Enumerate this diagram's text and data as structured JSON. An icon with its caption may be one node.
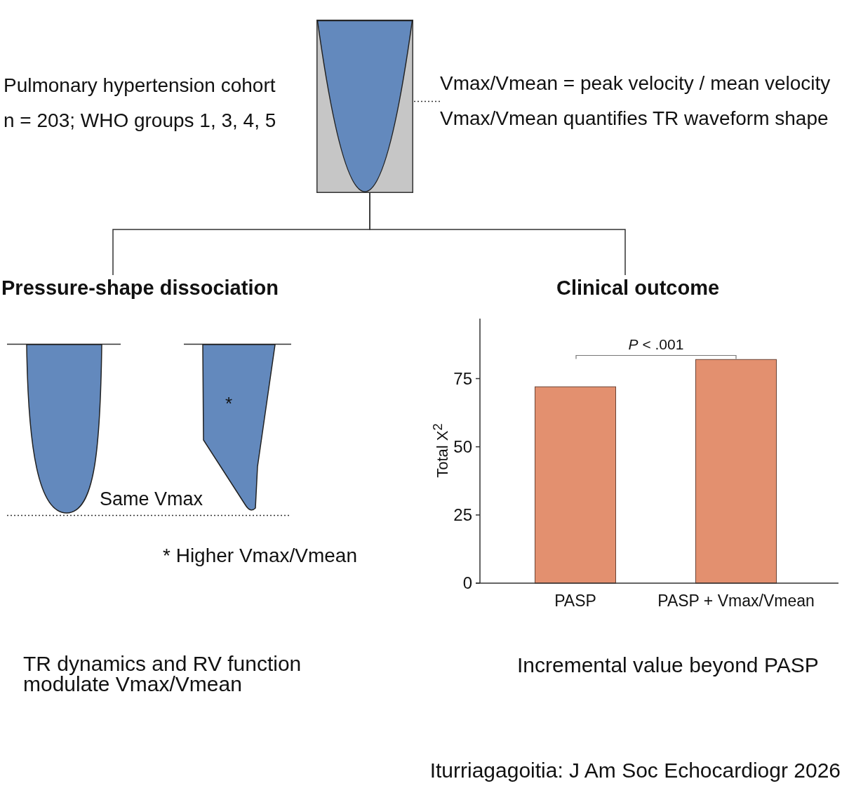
{
  "diagram": {
    "caption": "Iturriagagoitia: J Am Soc Echocardiogr 2026",
    "nodes": [
      {
        "text": [],
        "shape": "box"
      },
      {
        "text": [
          "Vmax/Vmean = peak velocity / mean velocity",
          "Vmax/Vmean quantifies TR waveform shape"
        ]
      },
      {
        "text": [
          "Pressure-shape dissociation"
        ]
      },
      {
        "text": [
          "Clinical outcome"
        ]
      }
    ],
    "edges": [
      {
        "from": 1,
        "to": 0,
        "arrow": "none",
        "style": "dashed"
      },
      {
        "from": 0,
        "to": 2,
        "arrow": "none"
      },
      {
        "from": 0,
        "to": 3,
        "arrow": "none"
      }
    ],
    "labels": [
      "Pulmonary hypertension cohort",
      "n = 203; WHO groups 1, 3, 4, 5",
      "*",
      "Same Vmax",
      "* Higher Vmax/Vmean",
      "TR dynamics and RV function modulate Vmax/Vmean",
      "Incremental value beyond PASP"
    ],
    "chart_data": {
      "type": "bar",
      "ylabel": "Total X$^{2}$",
      "categories": [
        "PASP",
        "PASP + Vmax/Vmean"
      ],
      "series": [
        {
          "color": "#e3906f",
          "values": [
            72,
            82
          ]
        }
      ],
      "ylim": [
        0,
        97
      ],
      "yticks": [
        0,
        25,
        50,
        75
      ],
      "annotations": [
        "*P* < .001"
      ]
    }
  }
}
